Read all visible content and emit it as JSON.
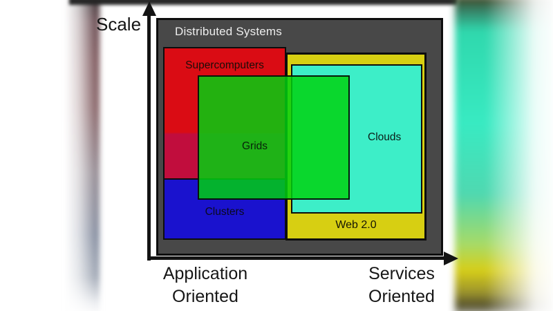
{
  "diagram": {
    "y_axis": {
      "label": "Scale"
    },
    "x_axis": {
      "left_caption": {
        "line1": "Application",
        "line2": "Oriented"
      },
      "right_caption": {
        "line1": "Services",
        "line2": "Oriented"
      }
    },
    "container": {
      "label": "Distributed Systems",
      "fill": "#484848"
    },
    "boxes": {
      "supercomputers": {
        "label": "Supercomputers",
        "fill": "#da0c14",
        "overlap_fill": "#c10d3d"
      },
      "clusters": {
        "label": "Clusters",
        "fill": "#1a12ce"
      },
      "web20": {
        "label": "Web 2.0",
        "fill": "#d7cf12"
      },
      "clouds": {
        "label": "Clouds",
        "fill": "#3deec8"
      },
      "grids": {
        "label": "Grids",
        "fill": "rgba(0,210,15,0.84)"
      }
    },
    "axis_color": "#141414"
  }
}
